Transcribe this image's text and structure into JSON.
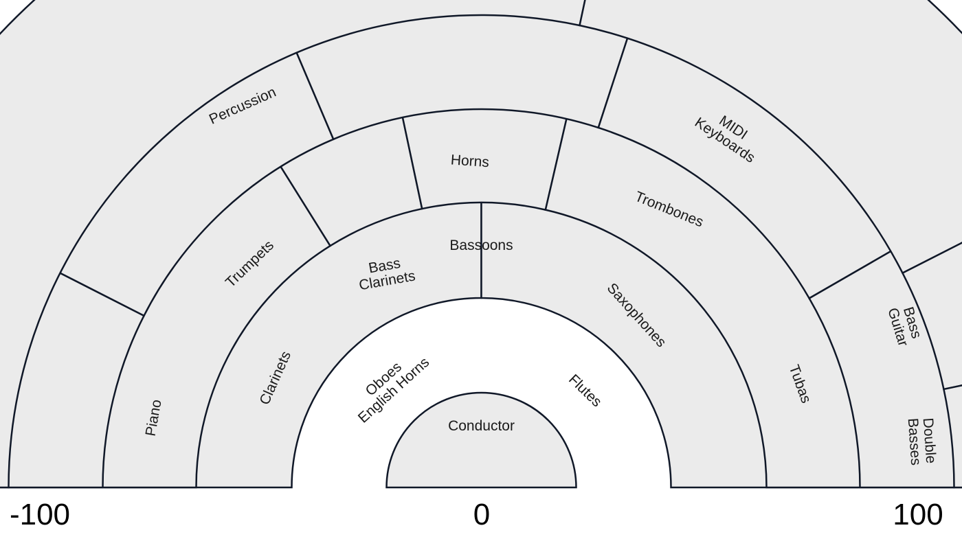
{
  "rings": [
    {
      "name": "ring-1",
      "sections": [
        {
          "label": [
            "Conductor"
          ]
        }
      ]
    },
    {
      "name": "ring-2",
      "sections": [
        {
          "label": [
            "Oboes",
            "English Horns"
          ]
        },
        {
          "label": [
            "Flutes"
          ]
        }
      ]
    },
    {
      "name": "ring-3",
      "sections": [
        {
          "label": [
            "Clarinets"
          ]
        },
        {
          "label": [
            "Bass",
            "Clarinets"
          ]
        },
        {
          "label": [
            "Bassoons"
          ]
        },
        {
          "label": [
            "Saxophones"
          ]
        }
      ]
    },
    {
      "name": "ring-4",
      "sections": [
        {
          "label": [
            "Piano"
          ]
        },
        {
          "label": [
            "Trumpets"
          ]
        },
        {
          "label": [
            "Horns"
          ]
        },
        {
          "label": [
            "Trombones"
          ]
        },
        {
          "label": [
            "Tubas"
          ]
        }
      ]
    },
    {
      "name": "ring-5",
      "sections": [
        {
          "label": [
            "Percussion"
          ]
        },
        {
          "label": [
            "MIDI",
            "Keyboards"
          ]
        },
        {
          "label": [
            "Bass",
            "Guitar"
          ]
        },
        {
          "label": [
            "Double",
            "Basses"
          ]
        }
      ]
    }
  ],
  "axis": {
    "min_label": "-100",
    "center_label": "0",
    "max_label": "100"
  },
  "colors": {
    "fill": "#ebebeb",
    "stroke": "#101828",
    "text": "#1a1a1a"
  }
}
